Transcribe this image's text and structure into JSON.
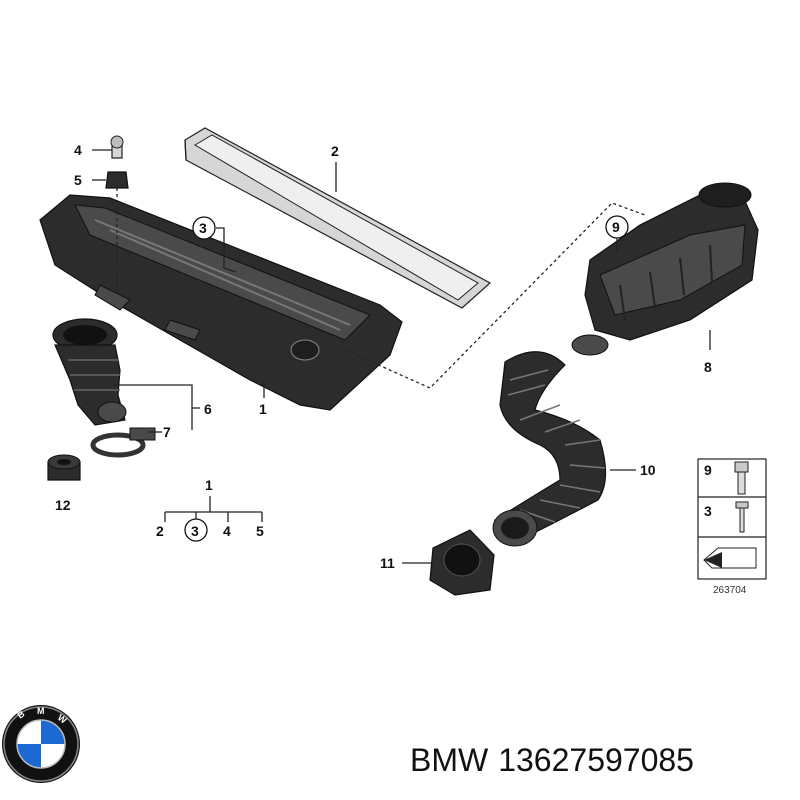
{
  "callouts": {
    "n1": "1",
    "n2": "2",
    "n3": "3",
    "n4": "4",
    "n5": "5",
    "n6": "6",
    "n7": "7",
    "n8": "8",
    "n9": "9",
    "n10": "10",
    "n11": "11",
    "n12": "12"
  },
  "tree": {
    "root": "1",
    "a": "2",
    "b": "3",
    "c": "4",
    "d": "5"
  },
  "legend": {
    "top": "9",
    "bottom": "3"
  },
  "reference_number": "263704",
  "logo": {
    "text": "BMW",
    "colors": {
      "blue": "#1c69d4",
      "white": "#ffffff",
      "ring": "#111111"
    }
  },
  "caption": {
    "brand": "BMW",
    "part_number": "13627597085"
  }
}
